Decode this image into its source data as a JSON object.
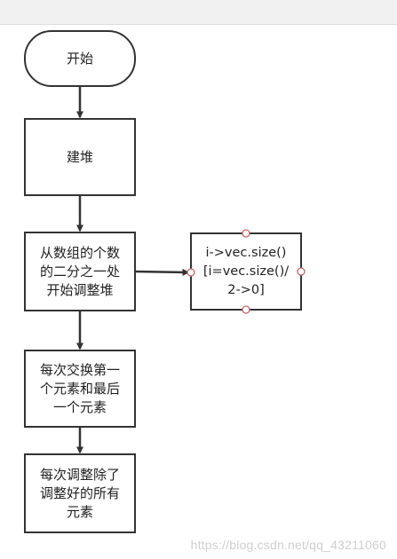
{
  "diagram": {
    "nodes": {
      "start": "开始",
      "build_heap": "建堆",
      "adjust_heap": "从数组的个数\n的二分之一处\n开始调整堆",
      "loop_cond": "i->vec.size()\n[i=vec.size()/\n2->0]",
      "swap": "每次交换第一\n个元素和最后\n一个元素",
      "adjust_rest": "每次调整除了\n调整好的所有\n元素"
    }
  },
  "watermark": "https://blog.csdn.net/qq_43211060",
  "colors": {
    "stroke": "#333333",
    "fill": "#ffffff",
    "connector": "#c86464",
    "topbar": "#f1f1f1"
  }
}
